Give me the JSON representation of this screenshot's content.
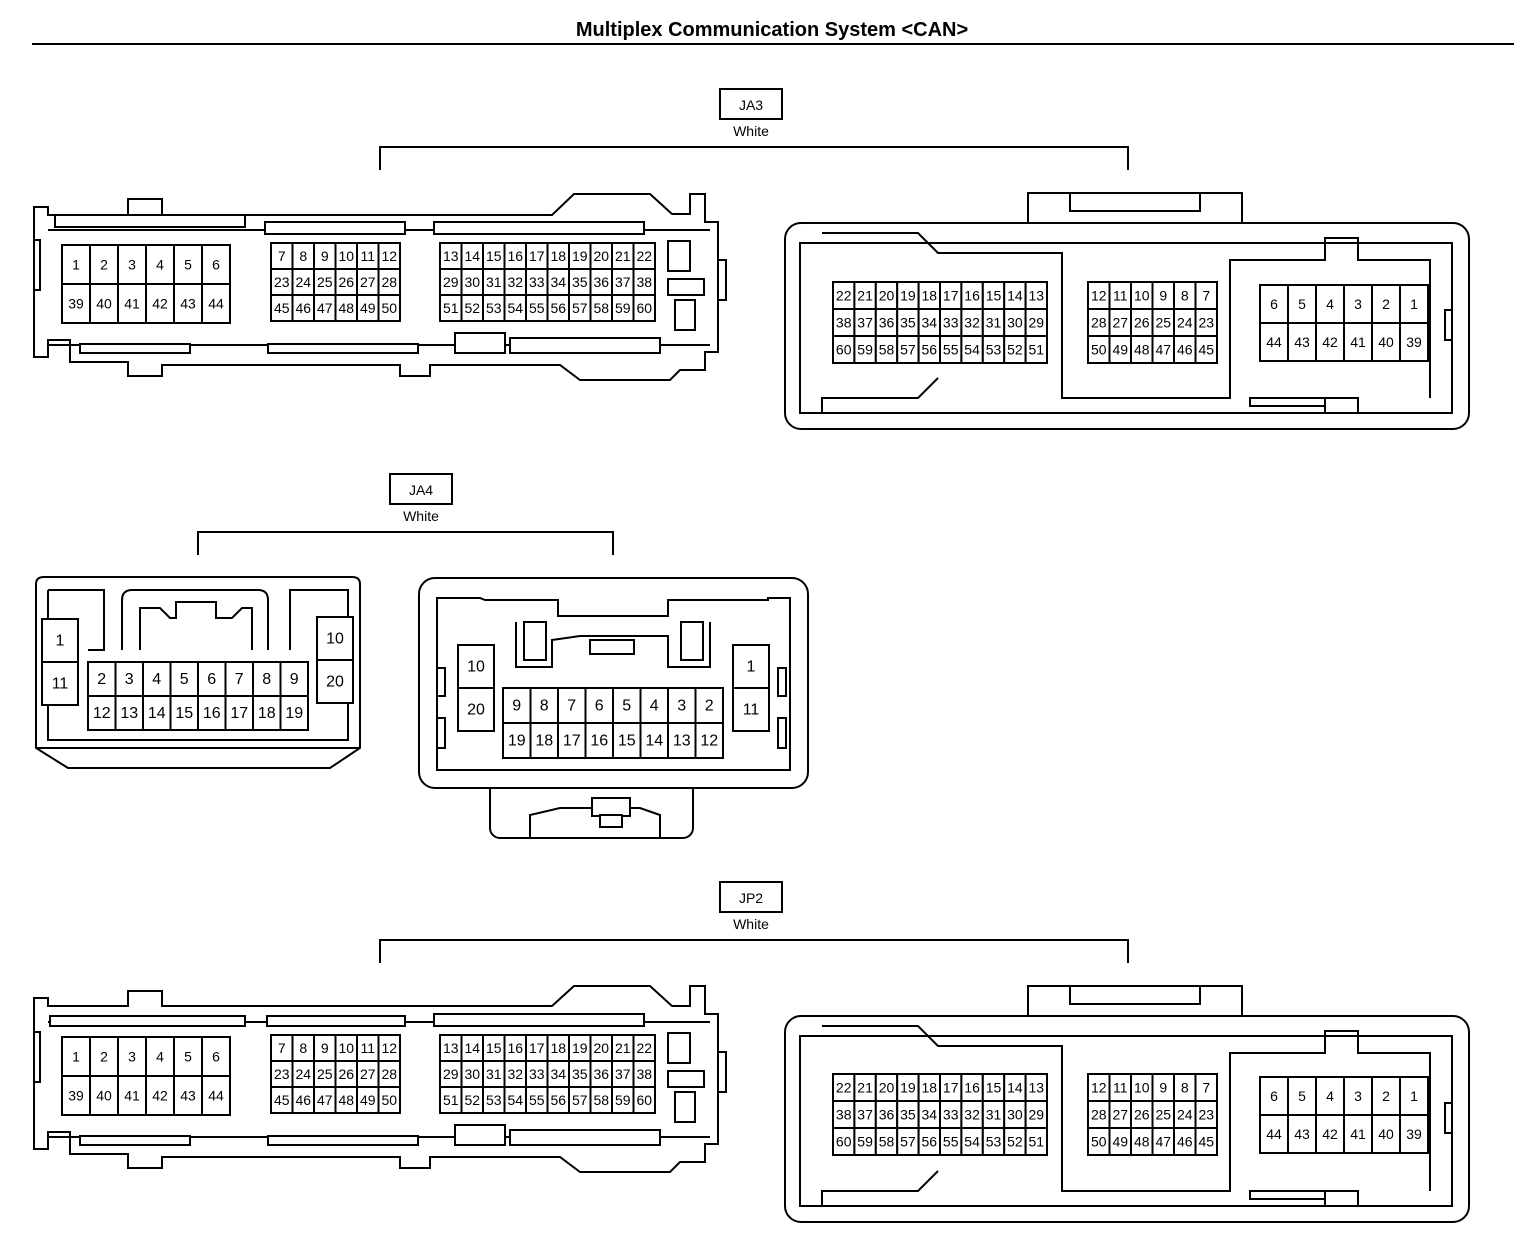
{
  "title": "Multiplex Communication System <CAN>",
  "connectors": [
    {
      "id": "JA3",
      "color": "White",
      "left_view": {
        "blocks": [
          [
            [
              "1",
              "2",
              "3",
              "4",
              "5",
              "6"
            ],
            [
              "39",
              "40",
              "41",
              "42",
              "43",
              "44"
            ]
          ],
          [
            [
              "7",
              "8",
              "9",
              "10",
              "11",
              "12"
            ],
            [
              "23",
              "24",
              "25",
              "26",
              "27",
              "28"
            ],
            [
              "45",
              "46",
              "47",
              "48",
              "49",
              "50"
            ]
          ],
          [
            [
              "13",
              "14",
              "15",
              "16",
              "17",
              "18",
              "19",
              "20",
              "21",
              "22"
            ],
            [
              "29",
              "30",
              "31",
              "32",
              "33",
              "34",
              "35",
              "36",
              "37",
              "38"
            ],
            [
              "51",
              "52",
              "53",
              "54",
              "55",
              "56",
              "57",
              "58",
              "59",
              "60"
            ]
          ]
        ]
      },
      "right_view": {
        "blocks": [
          [
            [
              "22",
              "21",
              "20",
              "19",
              "18",
              "17",
              "16",
              "15",
              "14",
              "13"
            ],
            [
              "38",
              "37",
              "36",
              "35",
              "34",
              "33",
              "32",
              "31",
              "30",
              "29"
            ],
            [
              "60",
              "59",
              "58",
              "57",
              "56",
              "55",
              "54",
              "53",
              "52",
              "51"
            ]
          ],
          [
            [
              "12",
              "11",
              "10",
              "9",
              "8",
              "7"
            ],
            [
              "28",
              "27",
              "26",
              "25",
              "24",
              "23"
            ],
            [
              "50",
              "49",
              "48",
              "47",
              "46",
              "45"
            ]
          ],
          [
            [
              "6",
              "5",
              "4",
              "3",
              "2",
              "1"
            ],
            [
              "44",
              "43",
              "42",
              "41",
              "40",
              "39"
            ]
          ]
        ]
      }
    },
    {
      "id": "JA4",
      "color": "White",
      "left_view": {
        "side_left": [
          "1",
          "11"
        ],
        "side_right": [
          "10",
          "20"
        ],
        "middle": [
          [
            "2",
            "3",
            "4",
            "5",
            "6",
            "7",
            "8",
            "9"
          ],
          [
            "12",
            "13",
            "14",
            "15",
            "16",
            "17",
            "18",
            "19"
          ]
        ]
      },
      "right_view": {
        "side_left": [
          "10",
          "20"
        ],
        "side_right": [
          "1",
          "11"
        ],
        "middle": [
          [
            "9",
            "8",
            "7",
            "6",
            "5",
            "4",
            "3",
            "2"
          ],
          [
            "19",
            "18",
            "17",
            "16",
            "15",
            "14",
            "13",
            "12"
          ]
        ]
      }
    },
    {
      "id": "JP2",
      "color": "White",
      "left_view": {
        "blocks": [
          [
            [
              "1",
              "2",
              "3",
              "4",
              "5",
              "6"
            ],
            [
              "39",
              "40",
              "41",
              "42",
              "43",
              "44"
            ]
          ],
          [
            [
              "7",
              "8",
              "9",
              "10",
              "11",
              "12"
            ],
            [
              "23",
              "24",
              "25",
              "26",
              "27",
              "28"
            ],
            [
              "45",
              "46",
              "47",
              "48",
              "49",
              "50"
            ]
          ],
          [
            [
              "13",
              "14",
              "15",
              "16",
              "17",
              "18",
              "19",
              "20",
              "21",
              "22"
            ],
            [
              "29",
              "30",
              "31",
              "32",
              "33",
              "34",
              "35",
              "36",
              "37",
              "38"
            ],
            [
              "51",
              "52",
              "53",
              "54",
              "55",
              "56",
              "57",
              "58",
              "59",
              "60"
            ]
          ]
        ]
      },
      "right_view": {
        "blocks": [
          [
            [
              "22",
              "21",
              "20",
              "19",
              "18",
              "17",
              "16",
              "15",
              "14",
              "13"
            ],
            [
              "38",
              "37",
              "36",
              "35",
              "34",
              "33",
              "32",
              "31",
              "30",
              "29"
            ],
            [
              "60",
              "59",
              "58",
              "57",
              "56",
              "55",
              "54",
              "53",
              "52",
              "51"
            ]
          ],
          [
            [
              "12",
              "11",
              "10",
              "9",
              "8",
              "7"
            ],
            [
              "28",
              "27",
              "26",
              "25",
              "24",
              "23"
            ],
            [
              "50",
              "49",
              "48",
              "47",
              "46",
              "45"
            ]
          ],
          [
            [
              "6",
              "5",
              "4",
              "3",
              "2",
              "1"
            ],
            [
              "44",
              "43",
              "42",
              "41",
              "40",
              "39"
            ]
          ]
        ]
      }
    }
  ]
}
